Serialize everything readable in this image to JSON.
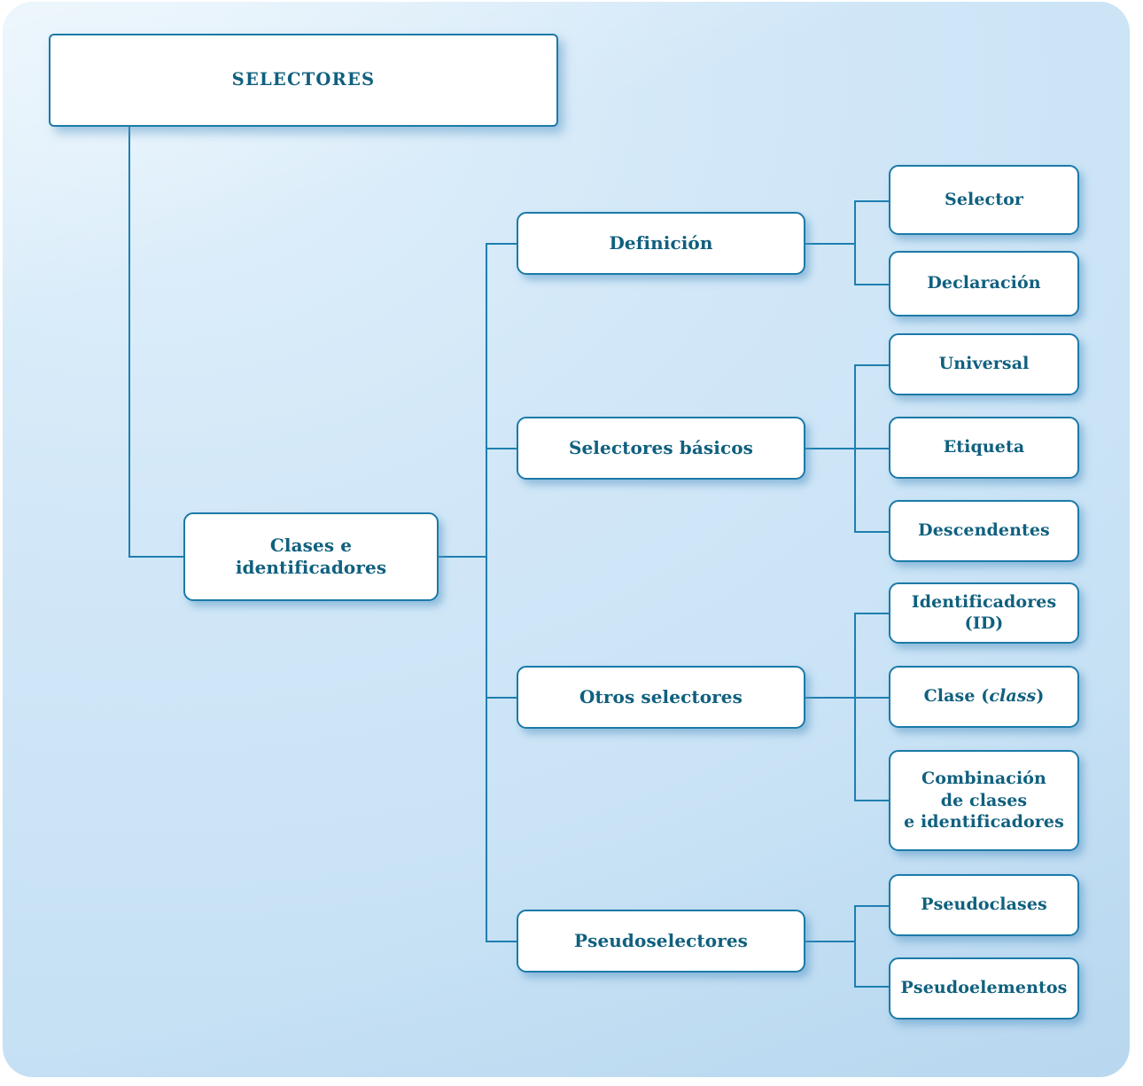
{
  "diagram": {
    "type": "tree-map",
    "title_node": {
      "label": "SELECTORES"
    },
    "level1": {
      "label": "Clases e identificadores"
    },
    "branches": [
      {
        "label": "Definición",
        "children": [
          {
            "label": "Selector"
          },
          {
            "label": "Declaración"
          }
        ]
      },
      {
        "label": "Selectores básicos",
        "children": [
          {
            "label": "Universal"
          },
          {
            "label": "Etiqueta"
          },
          {
            "label": "Descendentes"
          }
        ]
      },
      {
        "label": "Otros selectores",
        "children": [
          {
            "label": "Identificadores (ID)"
          },
          {
            "label_prefix": "Clase (",
            "label_italic": "class",
            "label_suffix": ")"
          },
          {
            "line1": "Combinación",
            "line2": "de clases",
            "line3": "e identificadores"
          }
        ]
      },
      {
        "label": "Pseudoselectores",
        "children": [
          {
            "label": "Pseudoclases"
          },
          {
            "label": "Pseudoelementos"
          }
        ]
      }
    ]
  },
  "colors": {
    "panel_background": "#cfe6f7",
    "box_border": "#1b7aa8",
    "box_fill": "#ffffff",
    "text": "#10607f",
    "connector": "#1f7fb0"
  }
}
